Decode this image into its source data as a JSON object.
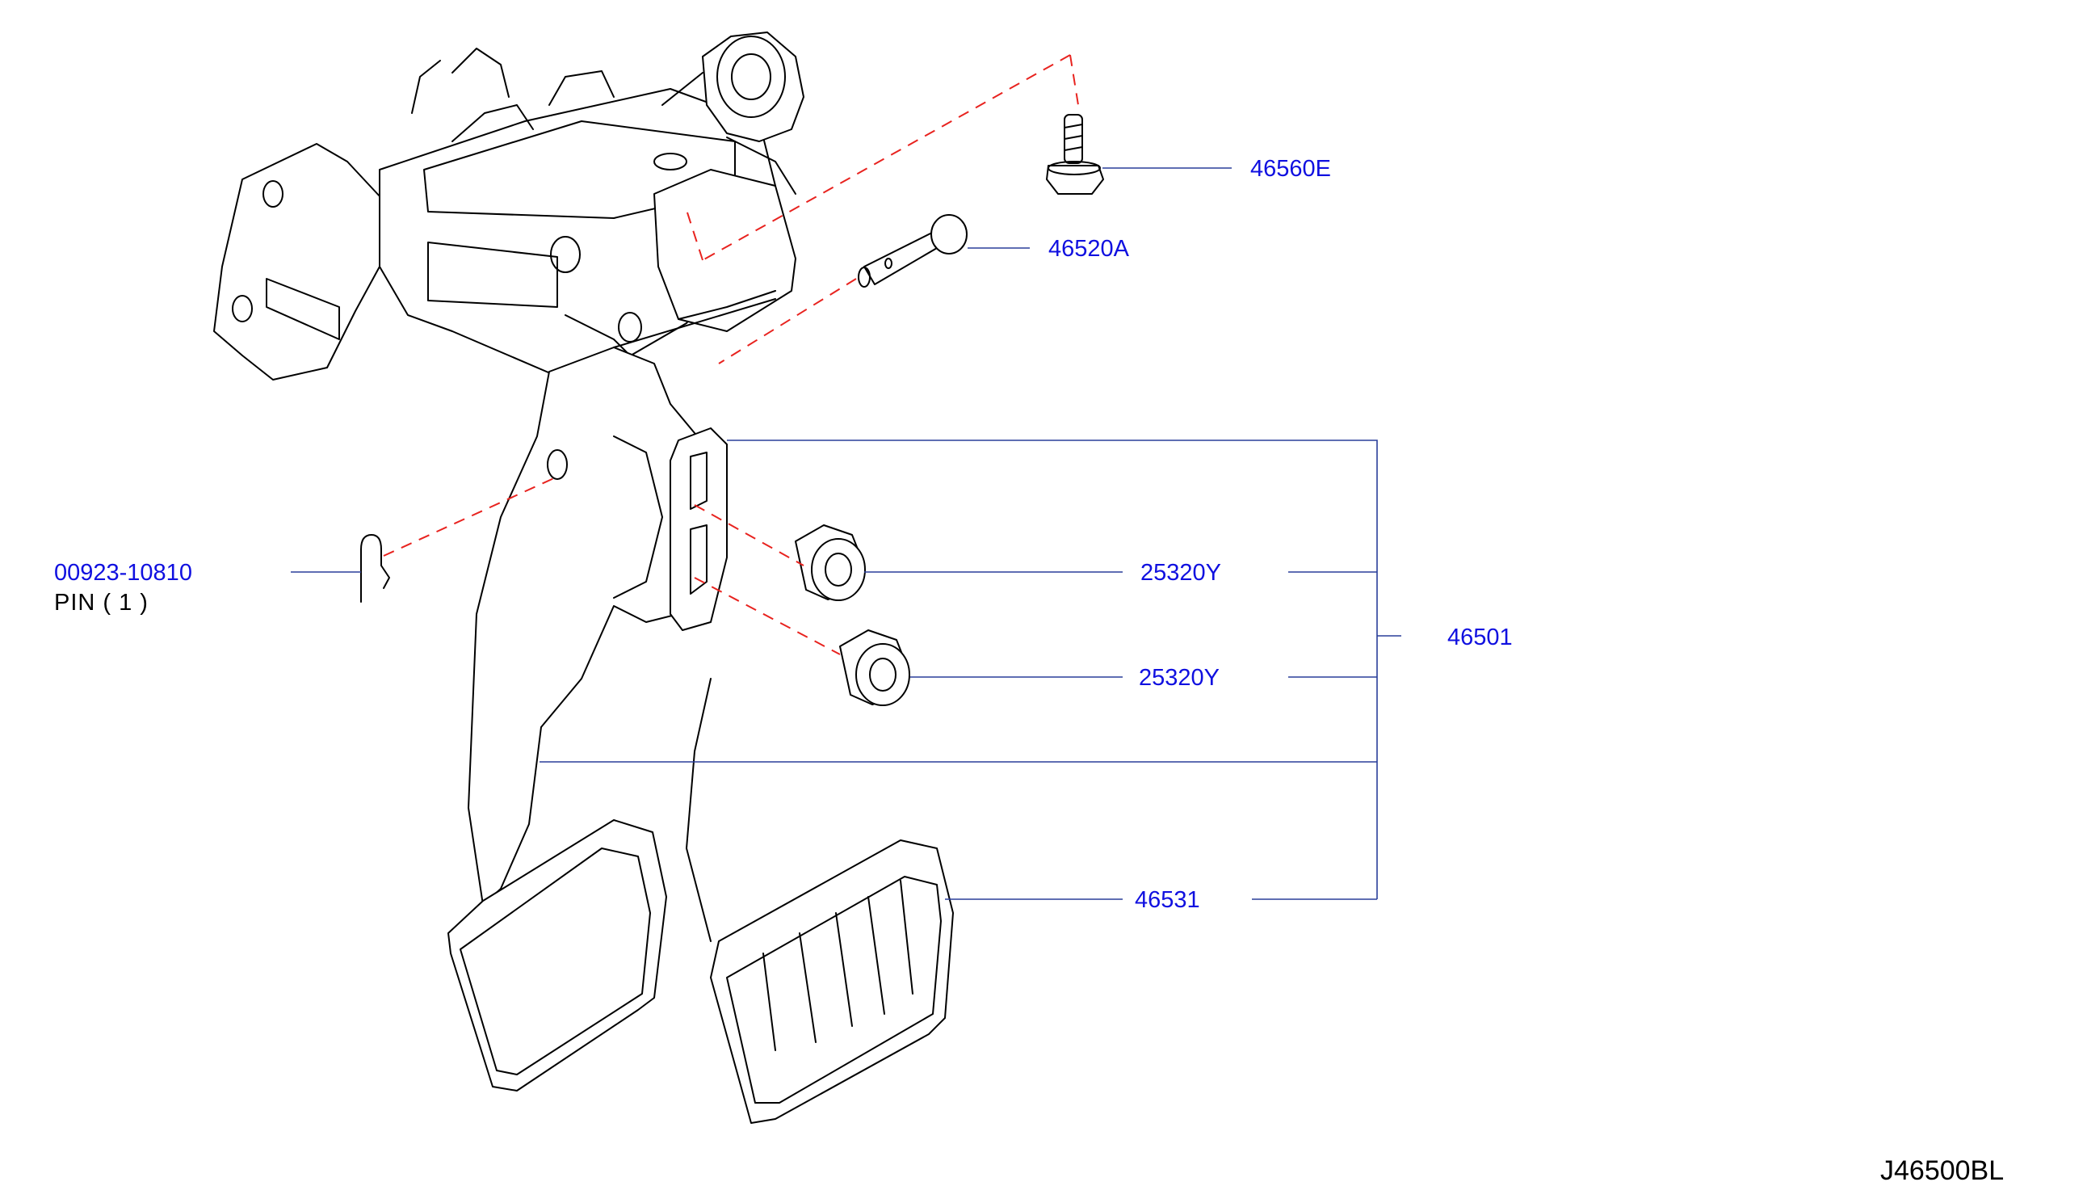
{
  "diagram": {
    "code": "J46500BL",
    "parts": [
      {
        "number": "46560E",
        "description": ""
      },
      {
        "number": "46520A",
        "description": ""
      },
      {
        "number": "00923-10810",
        "description": "PIN ( 1 )"
      },
      {
        "number": "25320Y",
        "description": ""
      },
      {
        "number": "25320Y",
        "description": ""
      },
      {
        "number": "46501",
        "description": ""
      },
      {
        "number": "46531",
        "description": ""
      }
    ],
    "colors": {
      "part_number": "#1010e0",
      "leader_line": "#2a3f9a",
      "dashed_line": "#e8231f",
      "drawing": "#000000"
    }
  }
}
